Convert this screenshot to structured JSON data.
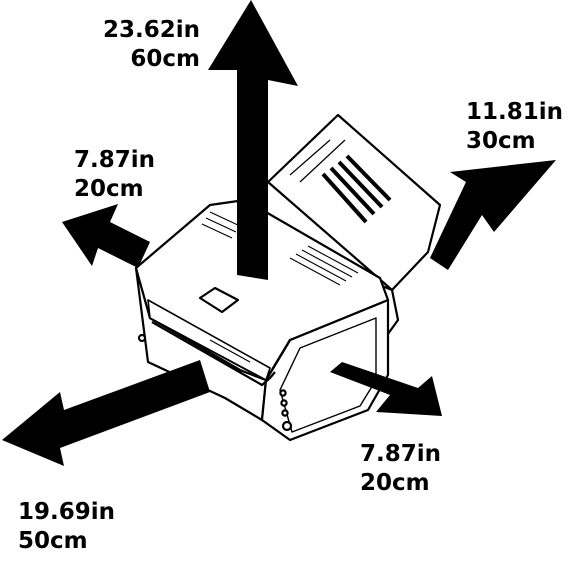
{
  "diagram": {
    "clearances": {
      "top": {
        "inches": "23.62in",
        "centimeters": "60cm"
      },
      "rear": {
        "inches": "11.81in",
        "centimeters": "30cm"
      },
      "left": {
        "inches": "7.87in",
        "centimeters": "20cm"
      },
      "right": {
        "inches": "7.87in",
        "centimeters": "20cm"
      },
      "front": {
        "inches": "19.69in",
        "centimeters": "50cm"
      }
    }
  },
  "colors": {
    "ink": "#000000",
    "background": "#ffffff",
    "printer_fill": "#ffffff"
  }
}
